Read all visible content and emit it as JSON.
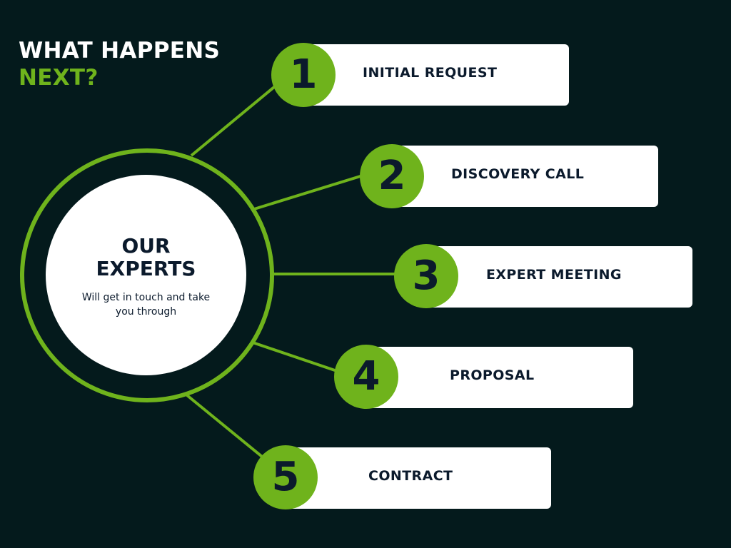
{
  "title": {
    "line1": "WHAT HAPPENS",
    "line2": "NEXT?"
  },
  "hub": {
    "heading_line1": "OUR",
    "heading_line2": "EXPERTS",
    "subtitle": "Will get in touch and take you through"
  },
  "steps": [
    {
      "number": "1",
      "label": "INITIAL REQUEST"
    },
    {
      "number": "2",
      "label": "DISCOVERY CALL"
    },
    {
      "number": "3",
      "label": "EXPERT MEETING"
    },
    {
      "number": "4",
      "label": "PROPOSAL"
    },
    {
      "number": "5",
      "label": "CONTRACT"
    }
  ],
  "colors": {
    "background": "#041a1c",
    "accent": "#6fb31c",
    "text_dark": "#0b1a2c",
    "card": "#ffffff"
  }
}
